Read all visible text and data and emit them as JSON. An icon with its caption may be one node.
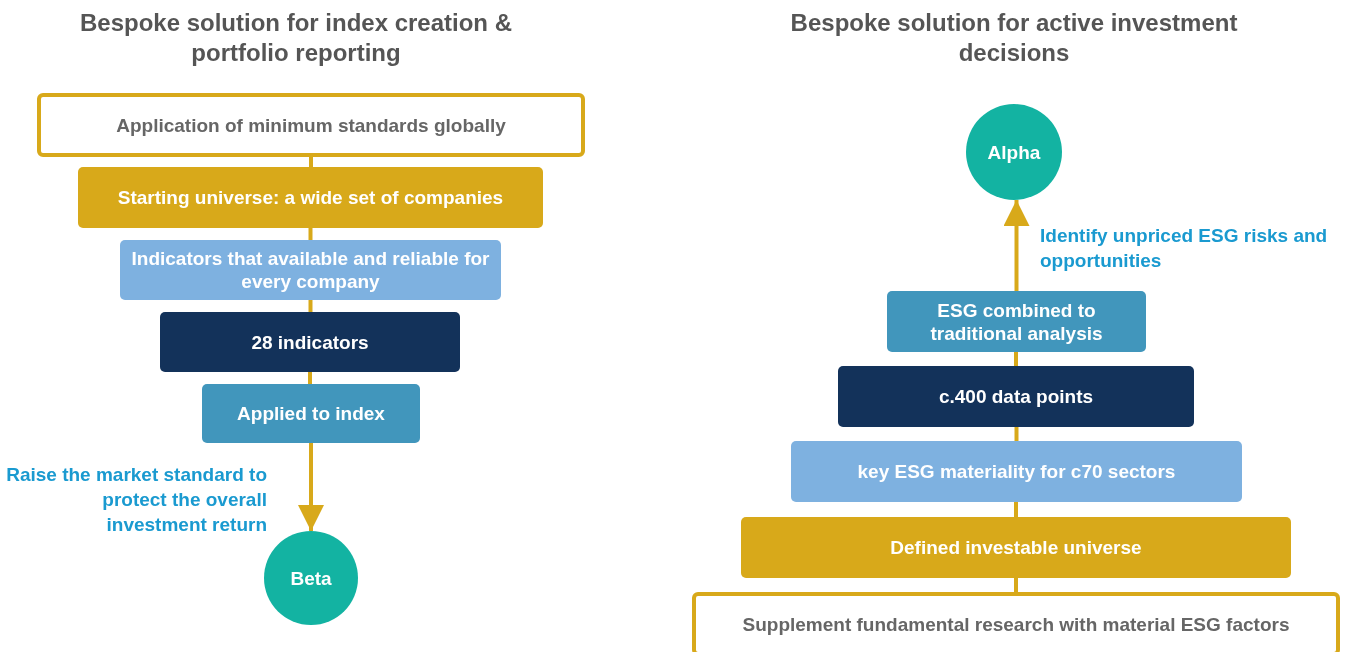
{
  "diagram": {
    "nodes": [
      {
        "text": [
          "Application of minimum standards globally"
        ]
      },
      {
        "text": [
          "Starting universe: a wide set of companies"
        ]
      },
      {
        "text": [
          "Indicators that available and reliable for every company"
        ]
      },
      {
        "text": [
          "28 indicators"
        ]
      },
      {
        "text": [
          "Applied to index"
        ]
      },
      {
        "text": [
          "Beta"
        ]
      },
      {
        "text": [
          "Alpha"
        ]
      },
      {
        "text": [
          "ESG combined  to traditional analysis"
        ]
      },
      {
        "text": [
          "c.400 data points"
        ]
      },
      {
        "text": [
          "key ESG materiality for c70 sectors"
        ]
      },
      {
        "text": [
          "Defined investable universe"
        ]
      },
      {
        "text": [
          "Supplement fundamental research with material ESG factors"
        ]
      }
    ],
    "edges": [
      {
        "from": 0,
        "to": 1,
        "arrow": "none"
      },
      {
        "from": 1,
        "to": 2,
        "arrow": "none"
      },
      {
        "from": 2,
        "to": 3,
        "arrow": "none"
      },
      {
        "from": 3,
        "to": 4,
        "arrow": "none"
      },
      {
        "from": 4,
        "to": 5,
        "arrow": "to",
        "label": "Raise the market standard to protect the overall investment return"
      },
      {
        "from": 11,
        "to": 10,
        "arrow": "none"
      },
      {
        "from": 10,
        "to": 9,
        "arrow": "none"
      },
      {
        "from": 9,
        "to": 8,
        "arrow": "none"
      },
      {
        "from": 8,
        "to": 7,
        "arrow": "none"
      },
      {
        "from": 7,
        "to": 6,
        "arrow": "to",
        "label": "Identify unpriced ESG risks and opportunities"
      }
    ],
    "labels": [
      "Bespoke solution for index creation & portfolio reporting",
      "Bespoke solution for active investment decisions"
    ]
  }
}
